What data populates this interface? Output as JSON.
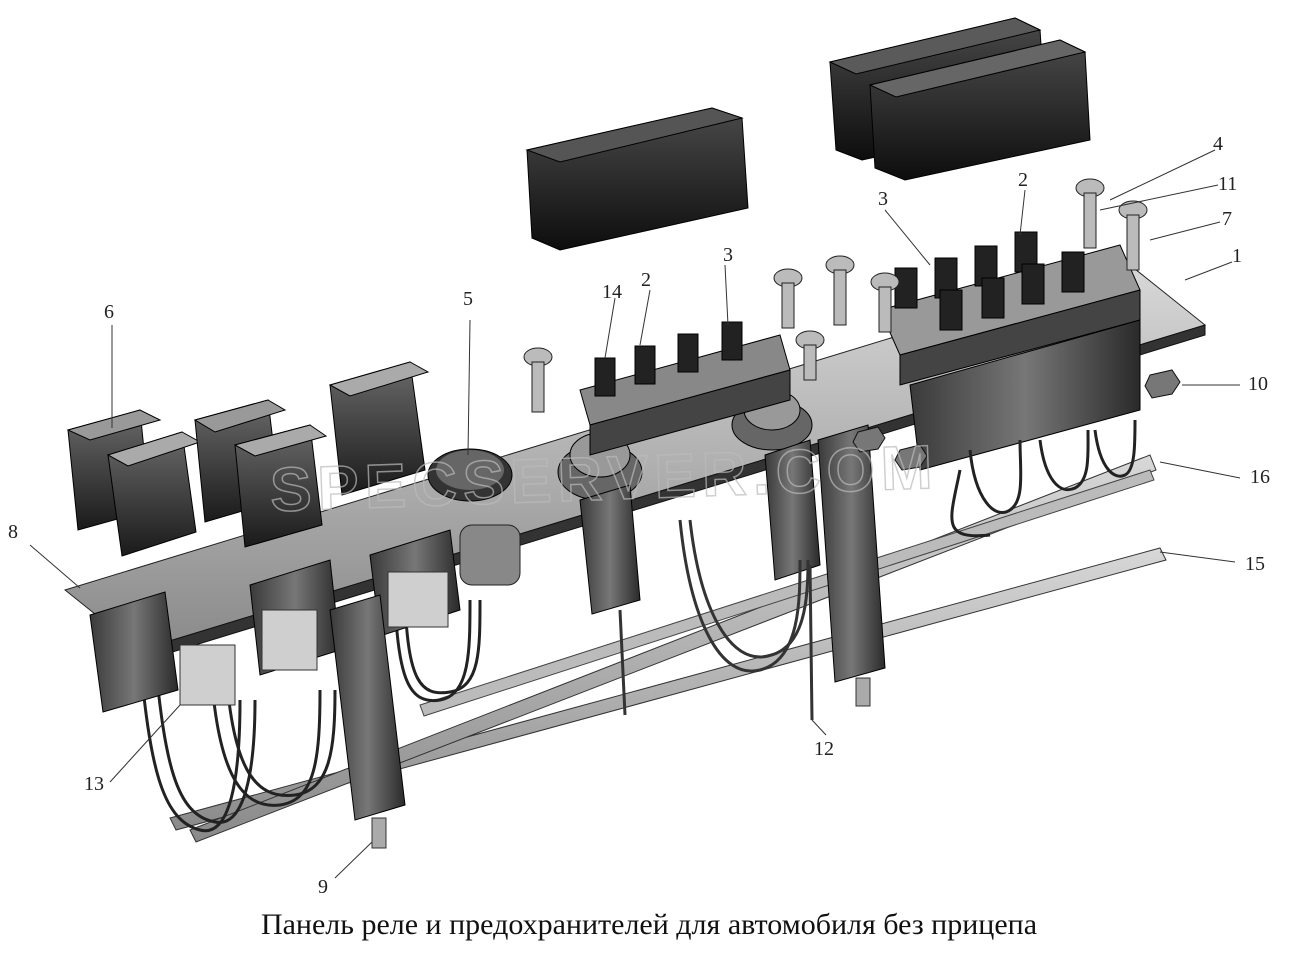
{
  "caption": "Панель реле и предохранителей для автомобиля без прицепа",
  "watermark": "SPECSERVER.COM",
  "callouts": {
    "c1": "1",
    "c2a": "2",
    "c2b": "2",
    "c3a": "3",
    "c3b": "3",
    "c4": "4",
    "c5": "5",
    "c6": "6",
    "c7": "7",
    "c8": "8",
    "c9": "9",
    "c10": "10",
    "c11": "11",
    "c12": "12",
    "c13": "13",
    "c14": "14",
    "c15": "15",
    "c16": "16"
  }
}
